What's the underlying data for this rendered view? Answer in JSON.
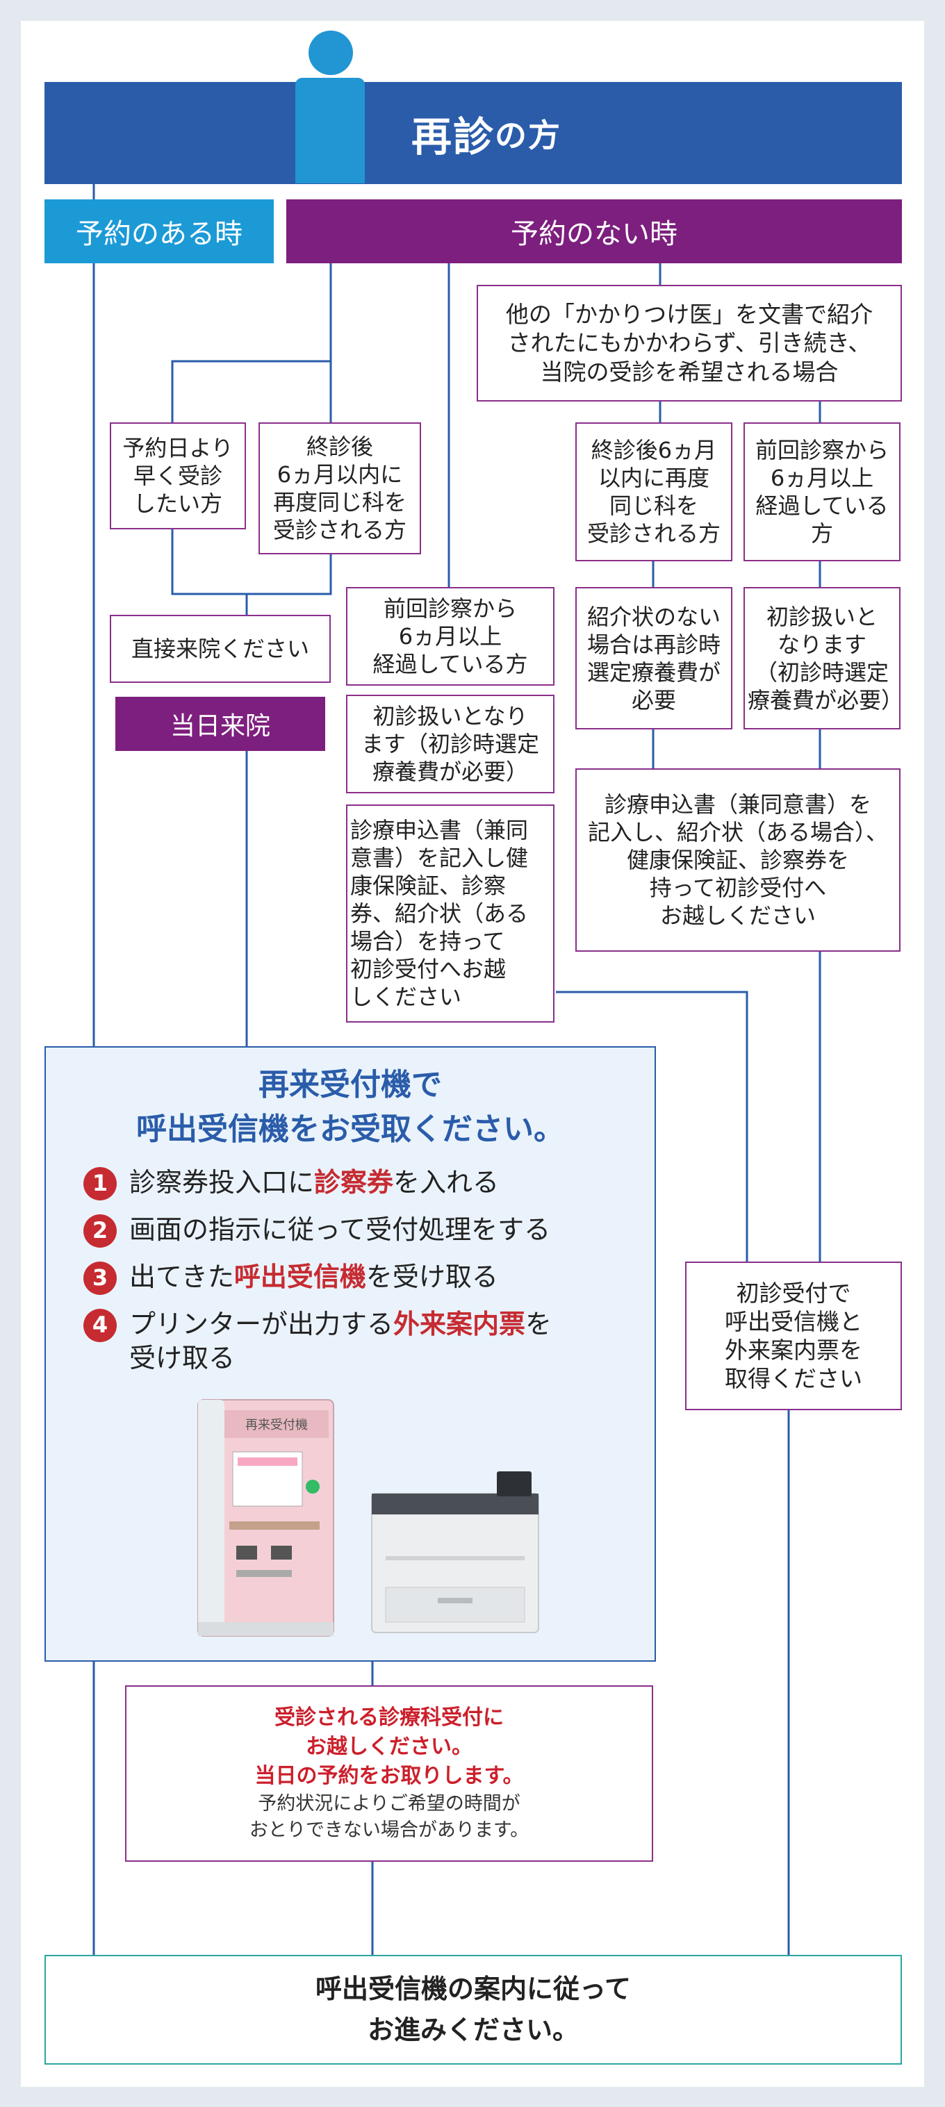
{
  "header": {
    "title_main": "再診",
    "title_suffix": "の方"
  },
  "tabs": {
    "with_reservation": "予約のある時",
    "without_reservation": "予約のない時"
  },
  "boxes": {
    "referral_condition": "他の「かかりつけ医」を文書で紹介\nされたにもかかわらず、引き続き、\n当院の受診を希望される場合",
    "early_visit": "予約日より\n早く受診\nしたい方",
    "within_6_months": "終診後\n6ヵ月以内に\n再度同じ科を\n受診される方",
    "come_directly": "直接来院ください",
    "same_day_visit": "当日来院",
    "over_6_months": "前回診察から\n6ヵ月以上\n経過している方",
    "first_visit_fee": "初診扱いとなり\nます（初診時選定\n療養費が必要）",
    "application_instructions": "診療申込書（兼同\n意書）を記入し健\n康保険証、診察\n券、紹介状（ある\n場合）を持って\n初診受付へお越\nしください",
    "referral_within_6_months": "終診後6ヵ月\n以内に再度\n同じ科を\n受診される方",
    "referral_over_6_months": "前回診察から\n6ヵ月以上\n経過している方",
    "no_referral_fee": "紹介状のない\n場合は再診時\n選定療養費が\n必要",
    "first_visit_treatment": "初診扱いと\nなります\n（初診時選定\n療養費が必要）",
    "application_right": "診療申込書（兼同意書）を\n記入し、紹介状（ある場合）、\n健康保険証、診察券を\n持って初診受付へ\nお越しください",
    "first_visit_desk": "初診受付で\n呼出受信機と\n外来案内票を\n取得ください"
  },
  "kiosk": {
    "title": "再来受付機で\n呼出受信機をお受取ください。",
    "steps": [
      {
        "num": "1",
        "pre": "診察券投入口に",
        "hl": "診察券",
        "post": "を入れる"
      },
      {
        "num": "2",
        "pre": "画面の指示に従って受付処理をする",
        "hl": "",
        "post": ""
      },
      {
        "num": "3",
        "pre": "出てきた",
        "hl": "呼出受信機",
        "post": "を受け取る"
      },
      {
        "num": "4",
        "pre": "プリンターが出力する",
        "hl": "外来案内票",
        "post": "を\n受け取る"
      }
    ],
    "machine_label": "再来受付機"
  },
  "dept": {
    "line1": "受診される診療科受付に",
    "line2": "お越しください。",
    "line3": "当日の予約をお取りします。",
    "line4": "予約状況によりご希望の時間が",
    "line5": "おとりできない場合があります。"
  },
  "final": {
    "line1": "呼出受信機の案内に従って",
    "line2": "お進みください。"
  },
  "colors": {
    "header_blue": "#2a5caa",
    "accent_blue": "#1c9ad6",
    "purple": "#7d1f7e",
    "red": "#c62b31",
    "teal": "#2aa79e"
  }
}
